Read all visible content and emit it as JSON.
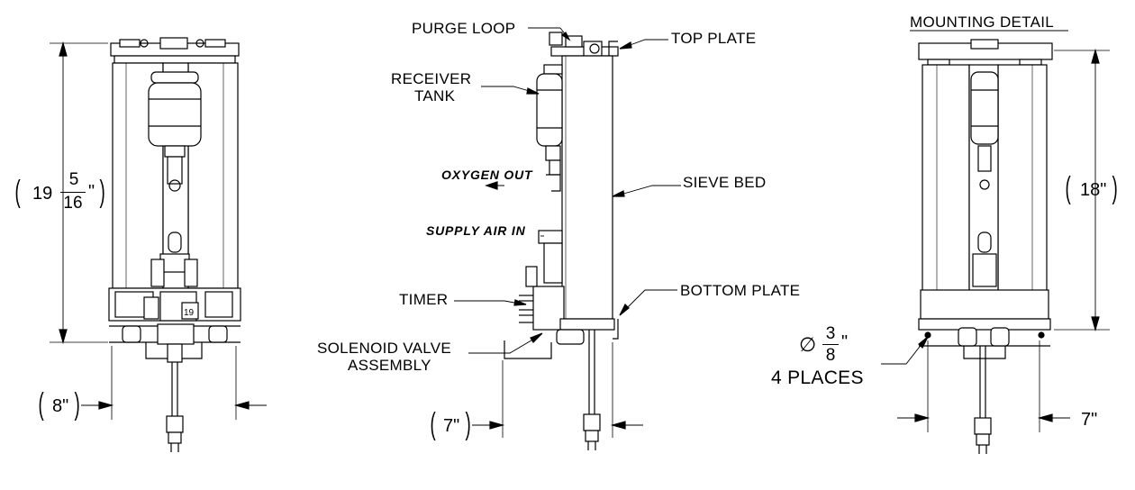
{
  "labels": {
    "purge_loop": "PURGE LOOP",
    "top_plate": "TOP PLATE",
    "receiver_tank_1": "RECEIVER",
    "receiver_tank_2": "TANK",
    "oxygen_out": "OXYGEN OUT",
    "sieve_bed": "SIEVE BED",
    "supply_air_in": "SUPPLY AIR IN",
    "timer": "TIMER",
    "bottom_plate": "BOTTOM PLATE",
    "solenoid_1": "SOLENOID VALVE",
    "solenoid_2": "ASSEMBLY",
    "mounting_detail": "MOUNTING DETAIL",
    "four_places": "4 PLACES"
  },
  "dimensions": {
    "height_whole": "19",
    "height_num": "5",
    "height_den": "16",
    "height_unit": "\"",
    "width_front": "8\"",
    "depth_side": "7\"",
    "height_mount": "18\"",
    "width_mount": "7\"",
    "hole_num": "3",
    "hole_den": "8",
    "hole_unit": "\"",
    "diameter_symbol": "∅"
  }
}
